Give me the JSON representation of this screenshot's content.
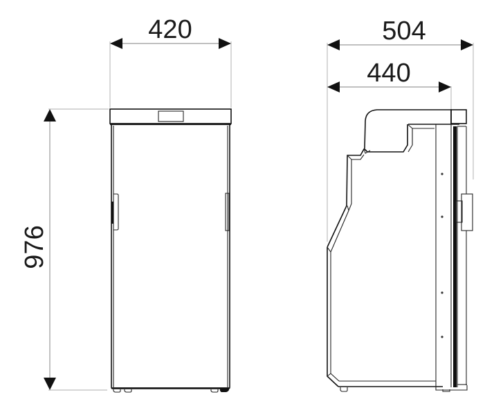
{
  "drawing": {
    "subject": "refrigerator dimension drawing",
    "units": "mm",
    "colors": {
      "line": "#111111",
      "extension_line": "#bdbdbd",
      "text": "#1a1a1a",
      "background": "#ffffff"
    }
  },
  "front_view": {
    "width_label": "420",
    "height_label": "976"
  },
  "side_view": {
    "overall_depth_label": "504",
    "body_depth_label": "440"
  }
}
